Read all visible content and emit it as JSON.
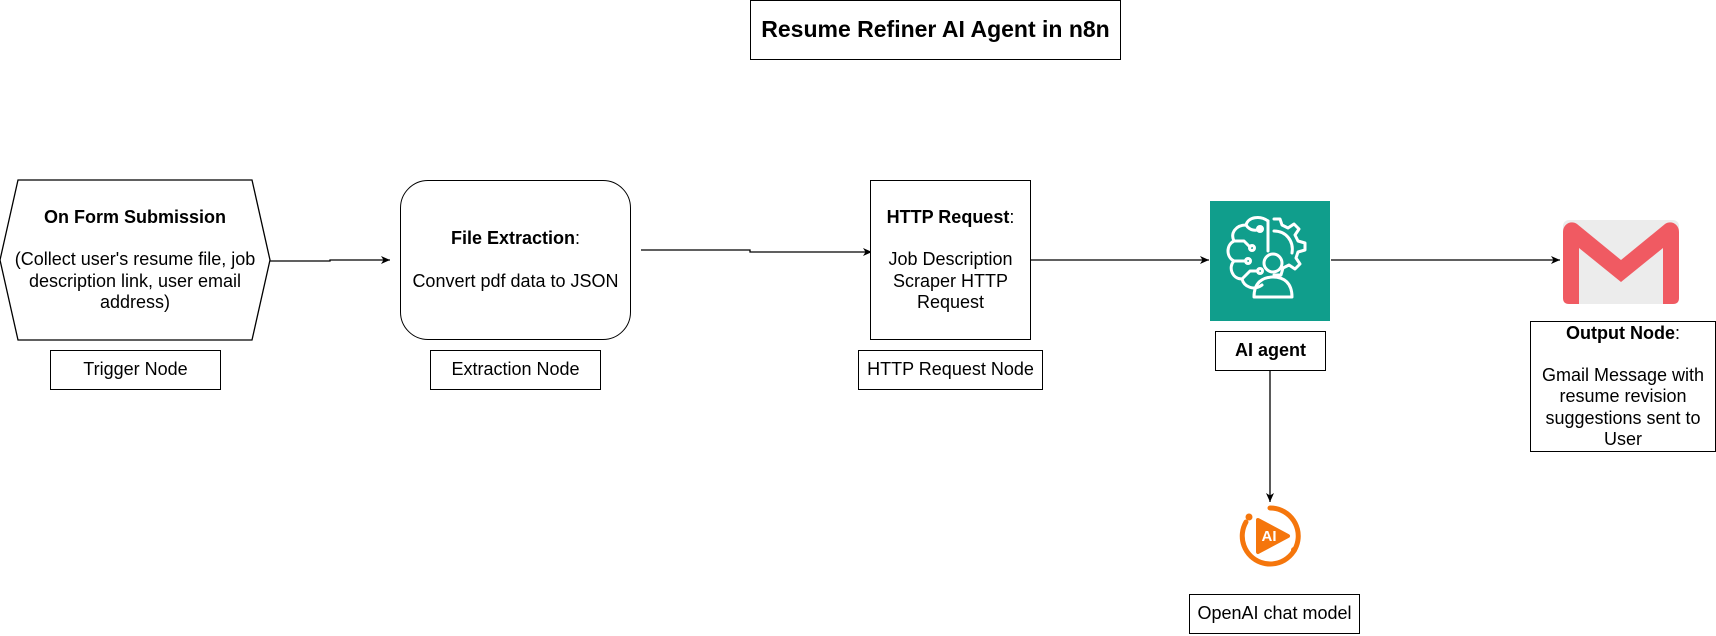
{
  "title": "Resume Refiner AI Agent in n8n",
  "nodes": {
    "trigger": {
      "heading": "On Form Submission",
      "body": "(Collect user's resume file, job description link, user email address)",
      "label": "Trigger Node"
    },
    "extraction": {
      "heading": "File Extraction",
      "colon": ":",
      "body": "Convert pdf data to JSON",
      "label": "Extraction Node"
    },
    "http": {
      "heading": "HTTP Request",
      "colon": ":",
      "body": "Job Description Scraper HTTP Request",
      "label": "HTTP Request Node"
    },
    "ai_agent": {
      "label": "AI agent",
      "icon": "ai-agent-brain-gear-icon",
      "tile_color": "#109e8c"
    },
    "output": {
      "heading": "Output Node",
      "colon": ":",
      "body": "Gmail Message with resume revision suggestions sent to User",
      "icon": "gmail-icon"
    },
    "openai": {
      "label": "OpenAI chat model",
      "icon": "openai-ai-icon",
      "icon_color": "#f5760c"
    }
  },
  "colors": {
    "ai_tile": "#109e8c",
    "gmail_red": "#f05a62",
    "openai_orange": "#f5760c"
  }
}
